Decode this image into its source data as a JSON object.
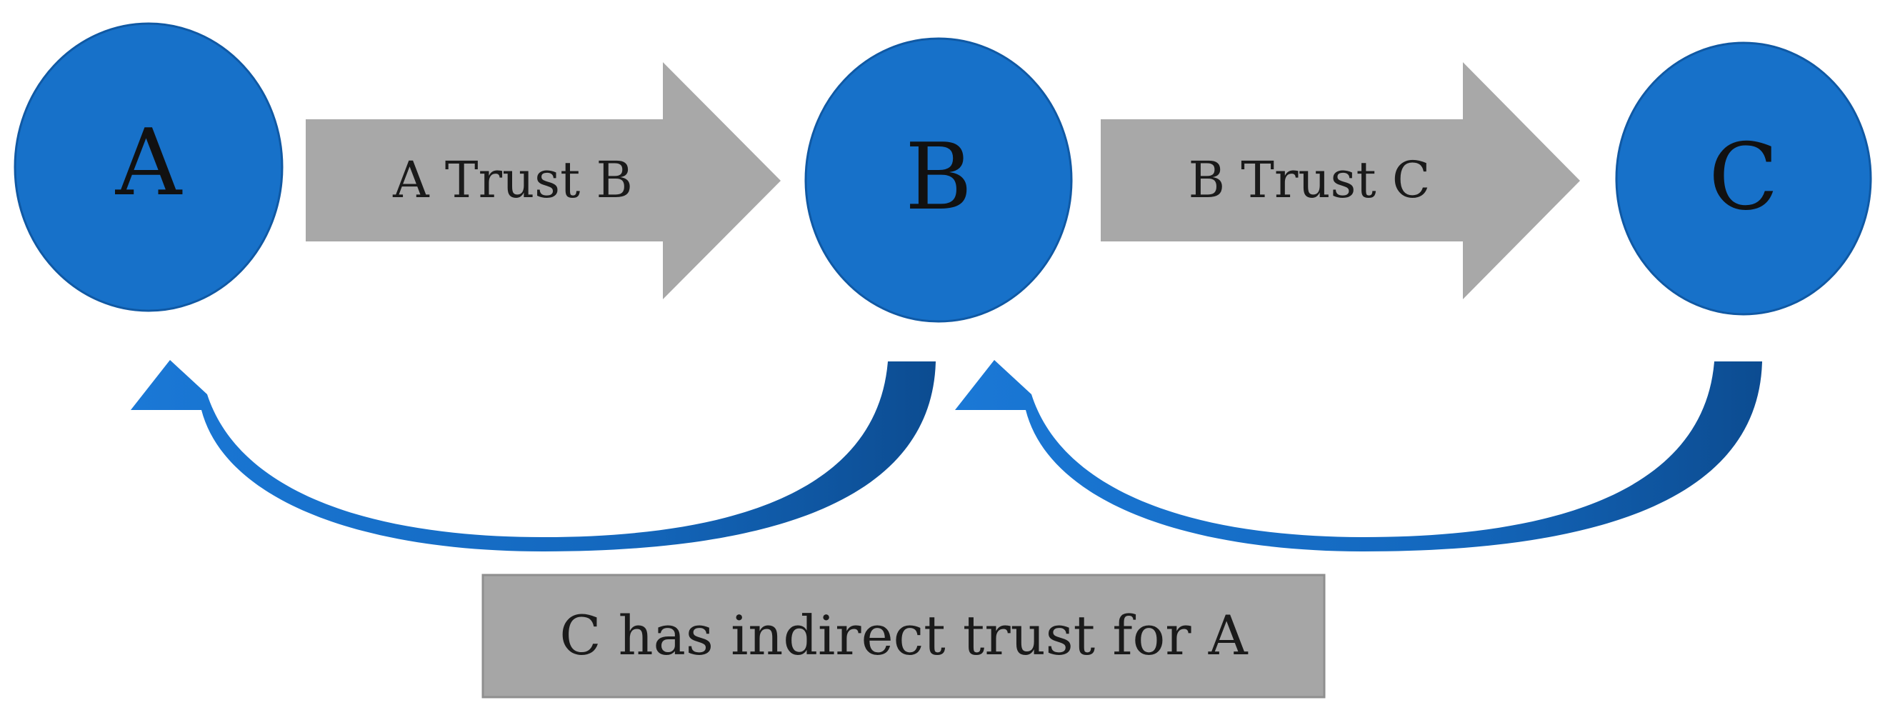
{
  "nodes": {
    "a": "A",
    "b": "B",
    "c": "C"
  },
  "edges": {
    "a_to_b": "A Trust B",
    "b_to_c": "B Trust C"
  },
  "conclusion": "C has indirect trust for A",
  "colors": {
    "node_fill": "#1771c9",
    "node_stroke": "#1059a4",
    "curved_arrow": "#1670cc",
    "curved_arrow_dark": "#0d4f96",
    "gray_arrow": "#a8a8a8",
    "gray_box": "#a6a6a6",
    "gray_box_border": "#8f8f8f"
  }
}
